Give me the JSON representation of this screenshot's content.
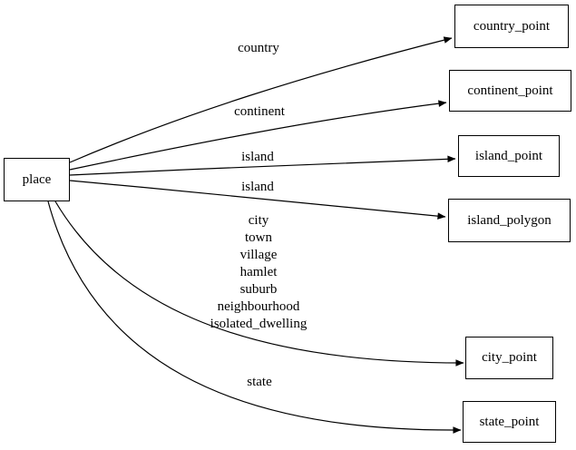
{
  "diagram": {
    "type": "directed-graph",
    "background_color": "#ffffff",
    "node_border_color": "#000000",
    "edge_color": "#000000",
    "text_color": "#000000",
    "source_node": {
      "id": "place",
      "label": "place"
    },
    "target_nodes": [
      {
        "id": "country_point",
        "label": "country_point"
      },
      {
        "id": "continent_point",
        "label": "continent_point"
      },
      {
        "id": "island_point",
        "label": "island_point"
      },
      {
        "id": "island_polygon",
        "label": "island_polygon"
      },
      {
        "id": "city_point",
        "label": "city_point"
      },
      {
        "id": "state_point",
        "label": "state_point"
      }
    ],
    "edges": [
      {
        "from": "place",
        "to": "country_point",
        "label": "country"
      },
      {
        "from": "place",
        "to": "continent_point",
        "label": "continent"
      },
      {
        "from": "place",
        "to": "island_point",
        "label": "island"
      },
      {
        "from": "place",
        "to": "island_polygon",
        "label": "island"
      },
      {
        "from": "place",
        "to": "city_point",
        "label_lines": [
          "city",
          "town",
          "village",
          "hamlet",
          "suburb",
          "neighbourhood",
          "isolated_dwelling"
        ]
      },
      {
        "from": "place",
        "to": "state_point",
        "label": "state"
      }
    ]
  }
}
